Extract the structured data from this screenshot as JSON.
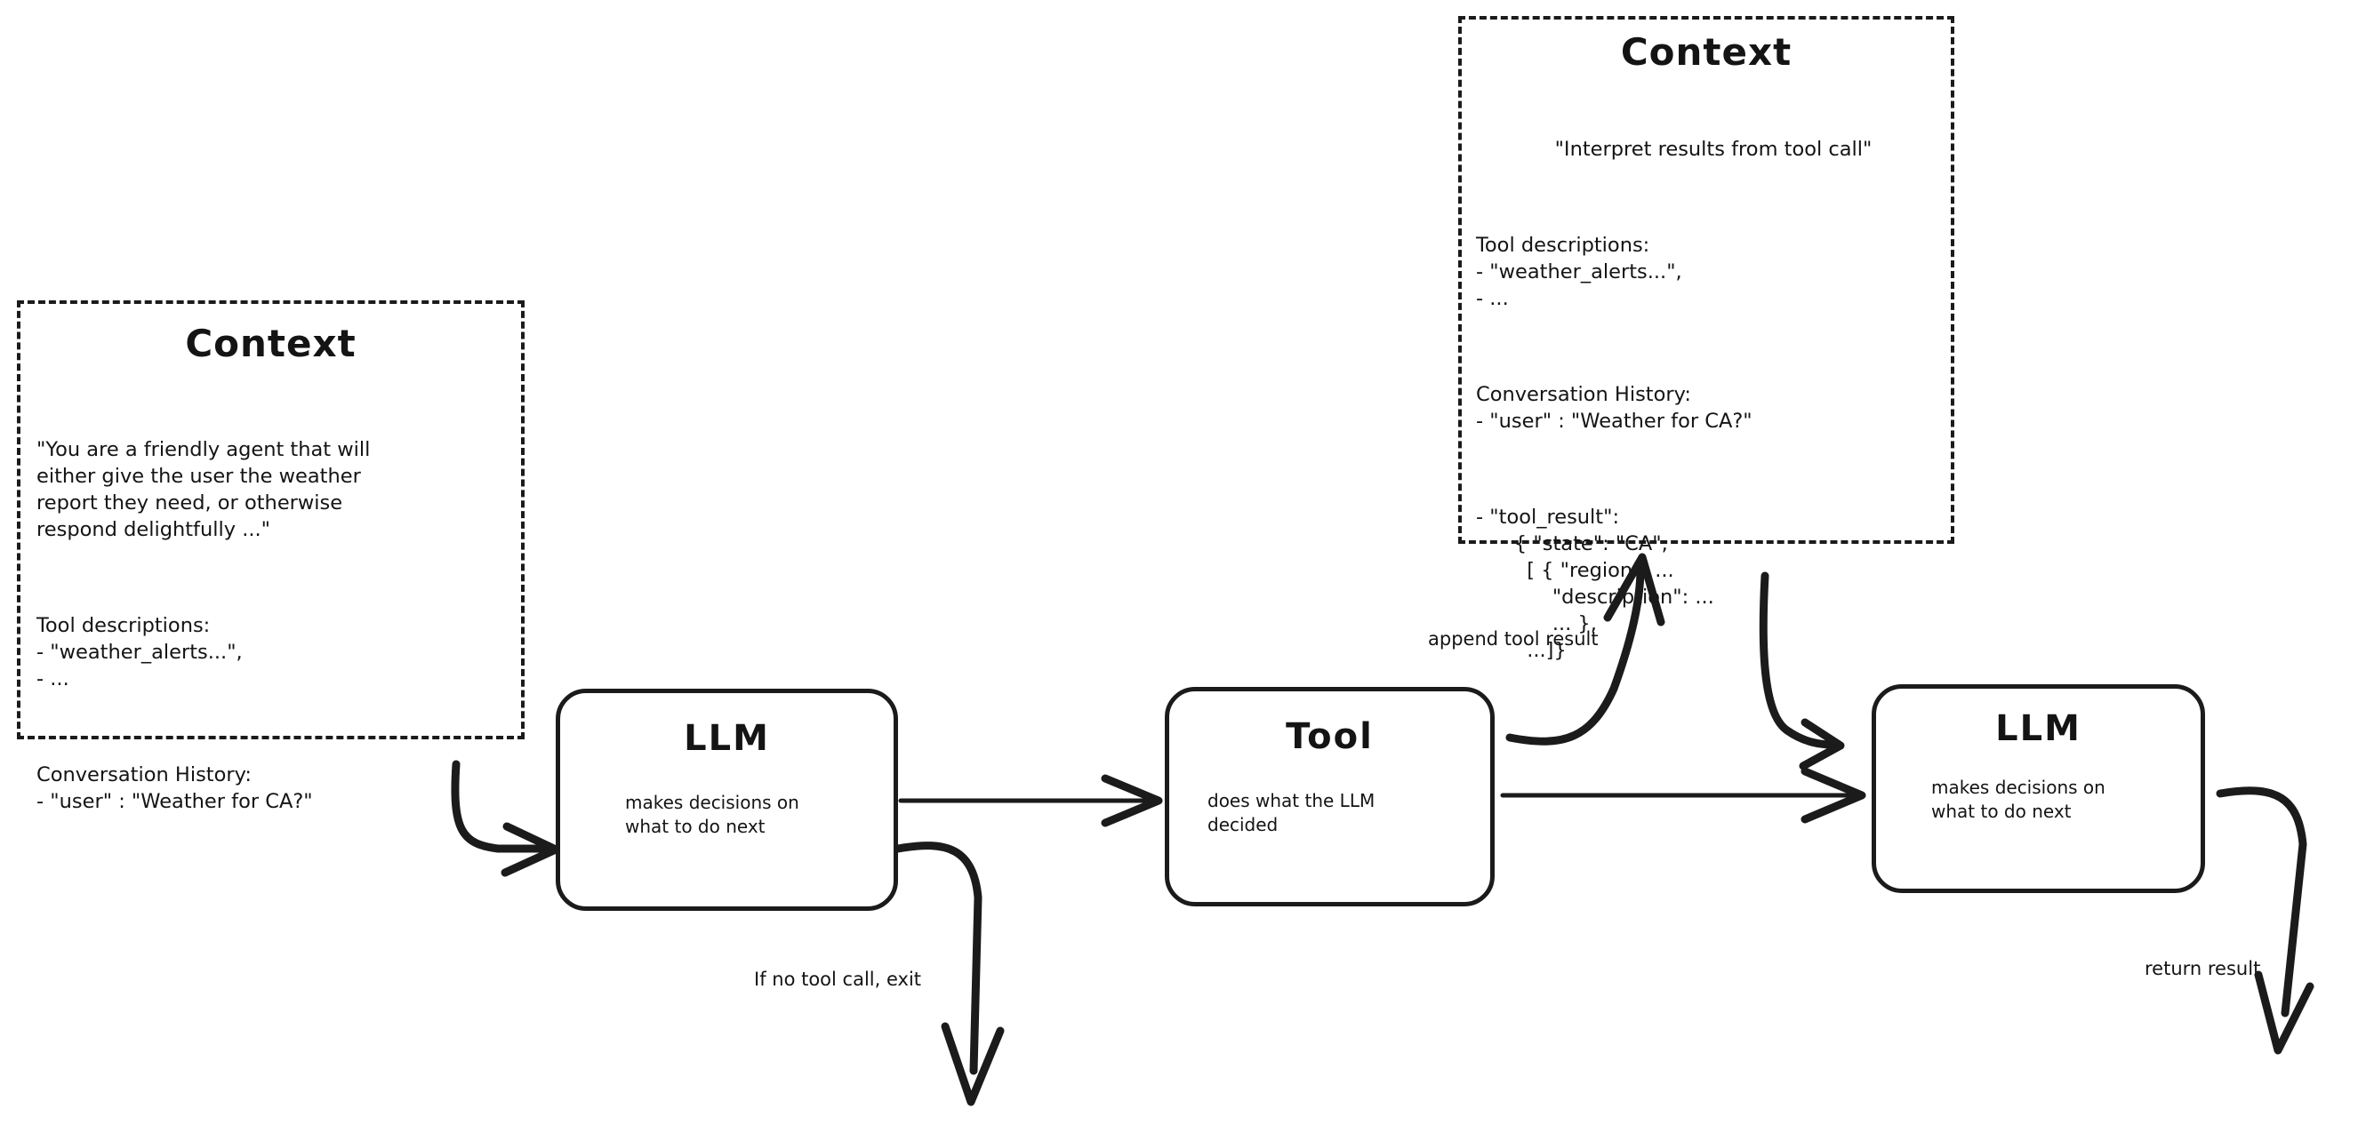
{
  "diagram": {
    "title": "LLM agent tool-calling loop",
    "background_color": "#ffffff",
    "ink_color": "#1b1b1b"
  },
  "context_left": {
    "title": "Context",
    "system_prompt": "\"You are a friendly agent that will\neither give the user the weather\nreport they need, or otherwise\nrespond delightfully ...\"",
    "tool_descriptions": "Tool descriptions:\n- \"weather_alerts...\",\n- ...",
    "conversation_history": "Conversation History:\n- \"user\" : \"Weather for CA?\""
  },
  "context_right": {
    "title": "Context",
    "system_prompt": "\"Interpret results from tool call\"",
    "tool_descriptions": "Tool descriptions:\n- \"weather_alerts...\",\n- ...",
    "conversation_history": "Conversation History:\n- \"user\" : \"Weather for CA?\"",
    "tool_result": "- \"tool_result\":\n      { \"state\": \"CA\",\n        [ { \"region\": ...\n            \"description\": ...\n            ... },\n        ...]}"
  },
  "nodes": {
    "llm_1": {
      "title": "LLM",
      "subtitle": "makes decisions on\nwhat to do next"
    },
    "tool": {
      "title": "Tool",
      "subtitle": "does what the LLM\ndecided"
    },
    "llm_2": {
      "title": "LLM",
      "subtitle": "makes decisions on\nwhat to do next"
    }
  },
  "edges": {
    "context_to_llm1": {
      "label": ""
    },
    "llm1_to_tool": {
      "label": ""
    },
    "llm1_exit": {
      "label": "If no tool call, exit"
    },
    "tool_to_context": {
      "label": "append tool result"
    },
    "tool_to_llm2": {
      "label": ""
    },
    "context_to_llm2": {
      "label": ""
    },
    "llm2_return": {
      "label": "return result"
    }
  }
}
